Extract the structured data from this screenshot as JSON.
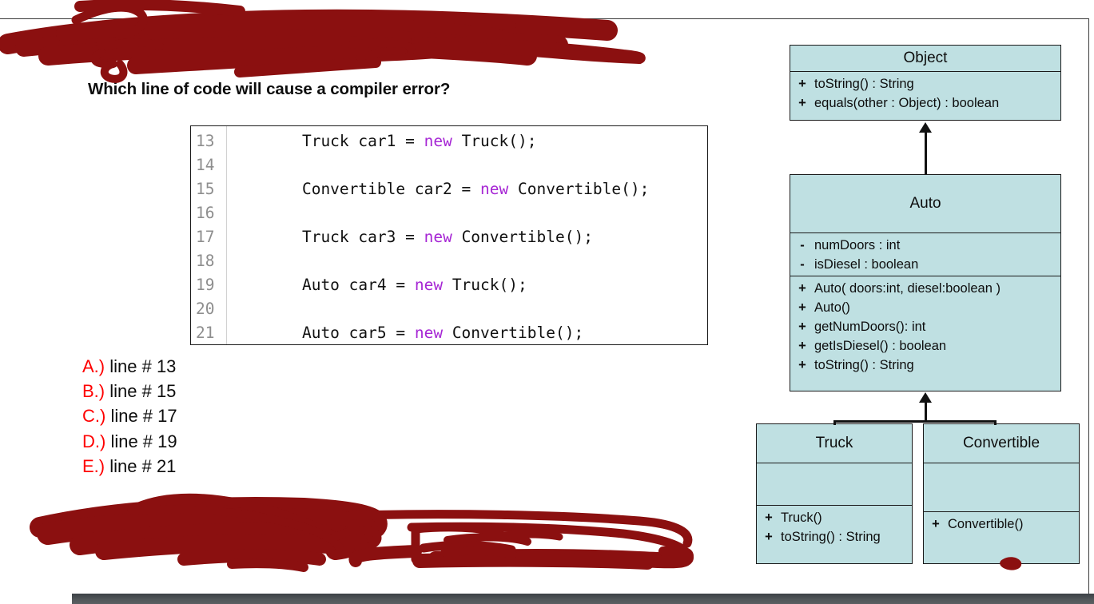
{
  "slide": {
    "question": "Which line of code will cause a compiler error?"
  },
  "code": {
    "language": "java",
    "keyword": "new",
    "lines": [
      {
        "number": "13",
        "pre": "    Truck car1 = ",
        "kw": "new",
        "post": " Truck();"
      },
      {
        "number": "14",
        "pre": "",
        "kw": "",
        "post": ""
      },
      {
        "number": "15",
        "pre": "    Convertible car2 = ",
        "kw": "new",
        "post": " Convertible();"
      },
      {
        "number": "16",
        "pre": "",
        "kw": "",
        "post": ""
      },
      {
        "number": "17",
        "pre": "    Truck car3 = ",
        "kw": "new",
        "post": " Convertible();"
      },
      {
        "number": "18",
        "pre": "",
        "kw": "",
        "post": ""
      },
      {
        "number": "19",
        "pre": "    Auto car4 = ",
        "kw": "new",
        "post": " Truck();"
      },
      {
        "number": "20",
        "pre": "",
        "kw": "",
        "post": ""
      },
      {
        "number": "21",
        "pre": "    Auto car5 = ",
        "kw": "new",
        "post": " Convertible();"
      }
    ]
  },
  "answers": [
    {
      "letter": "A.)",
      "text": " line # 13"
    },
    {
      "letter": "B.)",
      "text": " line # 15"
    },
    {
      "letter": "C.)",
      "text": " line # 17"
    },
    {
      "letter": "D.)",
      "text": " line # 19"
    },
    {
      "letter": "E.)",
      "text": " line # 21"
    }
  ],
  "uml": {
    "classes": [
      {
        "name": "Object",
        "attributes": [],
        "methods": [
          {
            "vis": "+",
            "sig": "toString() : String"
          },
          {
            "vis": "+",
            "sig": "equals(other : Object) : boolean"
          }
        ]
      },
      {
        "name": "Auto",
        "attributes": [
          {
            "vis": "-",
            "sig": "numDoors : int"
          },
          {
            "vis": "-",
            "sig": "isDiesel : boolean"
          }
        ],
        "methods": [
          {
            "vis": "+",
            "sig": "Auto( doors:int, diesel:boolean )"
          },
          {
            "vis": "+",
            "sig": "Auto()"
          },
          {
            "vis": "+",
            "sig": "getNumDoors(): int"
          },
          {
            "vis": "+",
            "sig": "getIsDiesel() : boolean"
          },
          {
            "vis": "+",
            "sig": "toString() : String"
          }
        ]
      },
      {
        "name": "Truck",
        "attributes": [],
        "methods": [
          {
            "vis": "+",
            "sig": "Truck()"
          },
          {
            "vis": "+",
            "sig": "toString() : String"
          }
        ]
      },
      {
        "name": "Convertible",
        "attributes": [],
        "methods": [
          {
            "vis": "+",
            "sig": "Convertible()"
          }
        ]
      }
    ]
  },
  "colors": {
    "uml_fill": "#bfe0e2",
    "uml_border": "#1a1a1a",
    "answer_letter": "#fe0000",
    "keyword": "#a626d4",
    "line_number": "#8e8e8e",
    "annotation_ink": "#8b1010",
    "bottom_bar": "#515659"
  }
}
